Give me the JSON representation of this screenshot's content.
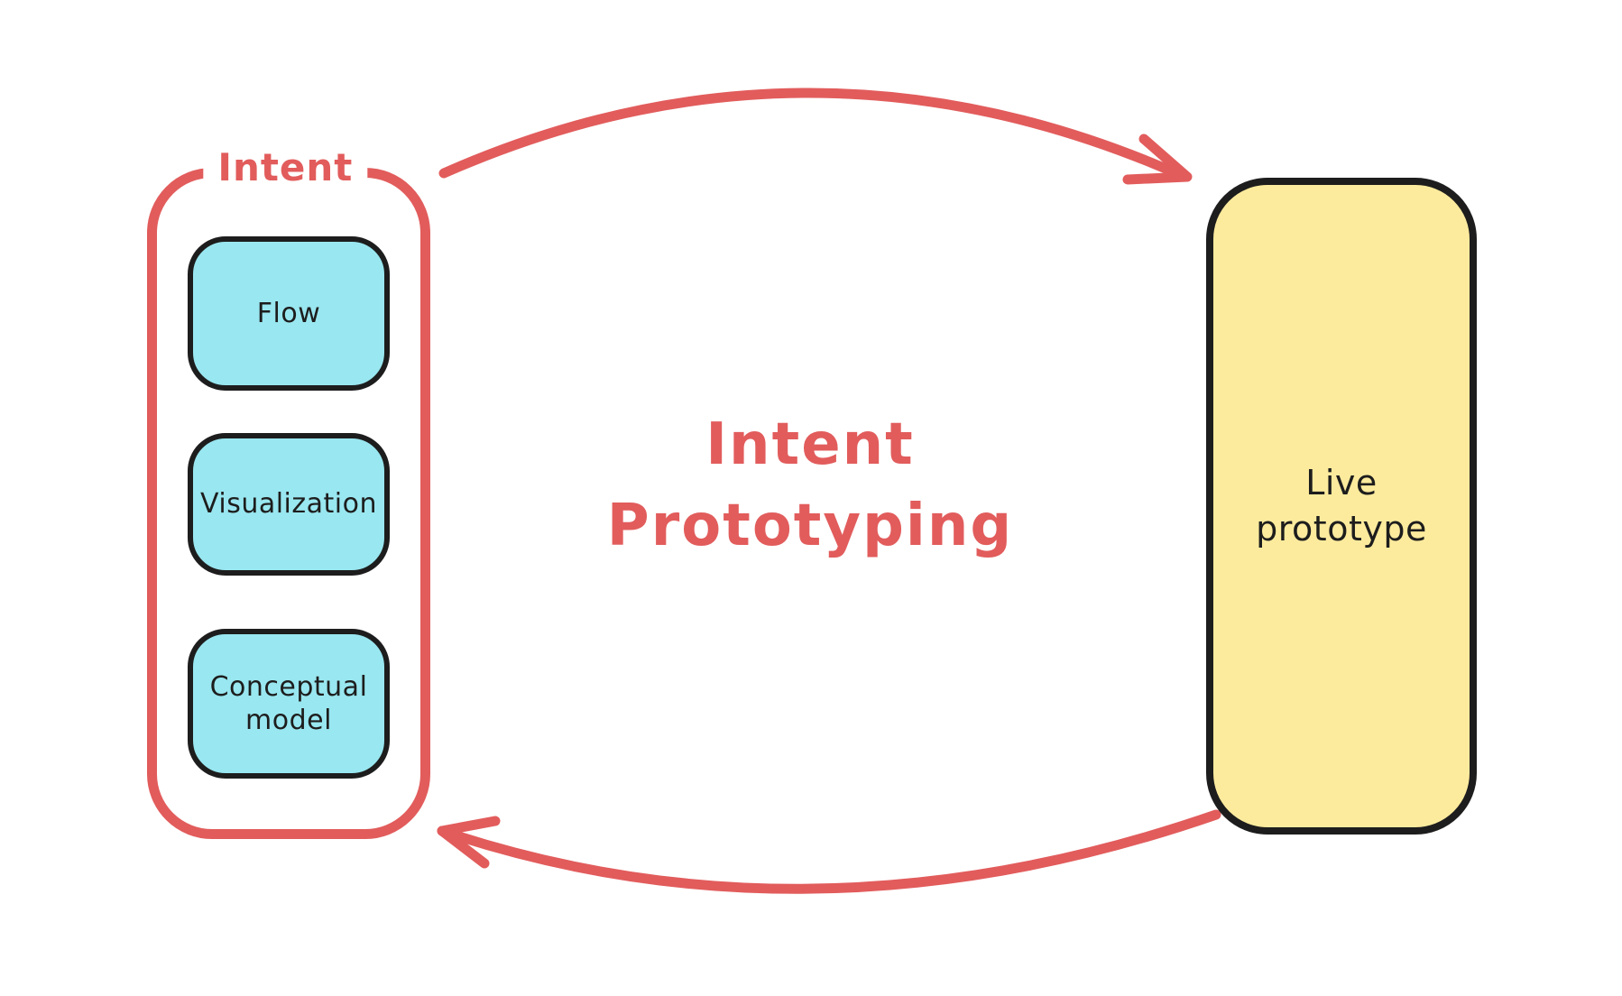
{
  "colors": {
    "accent_red": "#e25c5c",
    "node_cyan": "#99e7f0",
    "node_yellow": "#fdeb9d",
    "stroke_black": "#1d1d1d",
    "background": "#ffffff"
  },
  "title": {
    "line1": "Intent",
    "line2": "Prototyping"
  },
  "intent_group": {
    "label": "Intent",
    "nodes": [
      {
        "label": "Flow"
      },
      {
        "label": "Visualization"
      },
      {
        "label": "Conceptual model"
      }
    ]
  },
  "output_node": {
    "label": "Live prototype"
  },
  "arrows": [
    {
      "id": "intent-to-live-prototype",
      "from": "Intent",
      "to": "Live prototype"
    },
    {
      "id": "live-prototype-to-intent",
      "from": "Live prototype",
      "to": "Intent"
    }
  ]
}
